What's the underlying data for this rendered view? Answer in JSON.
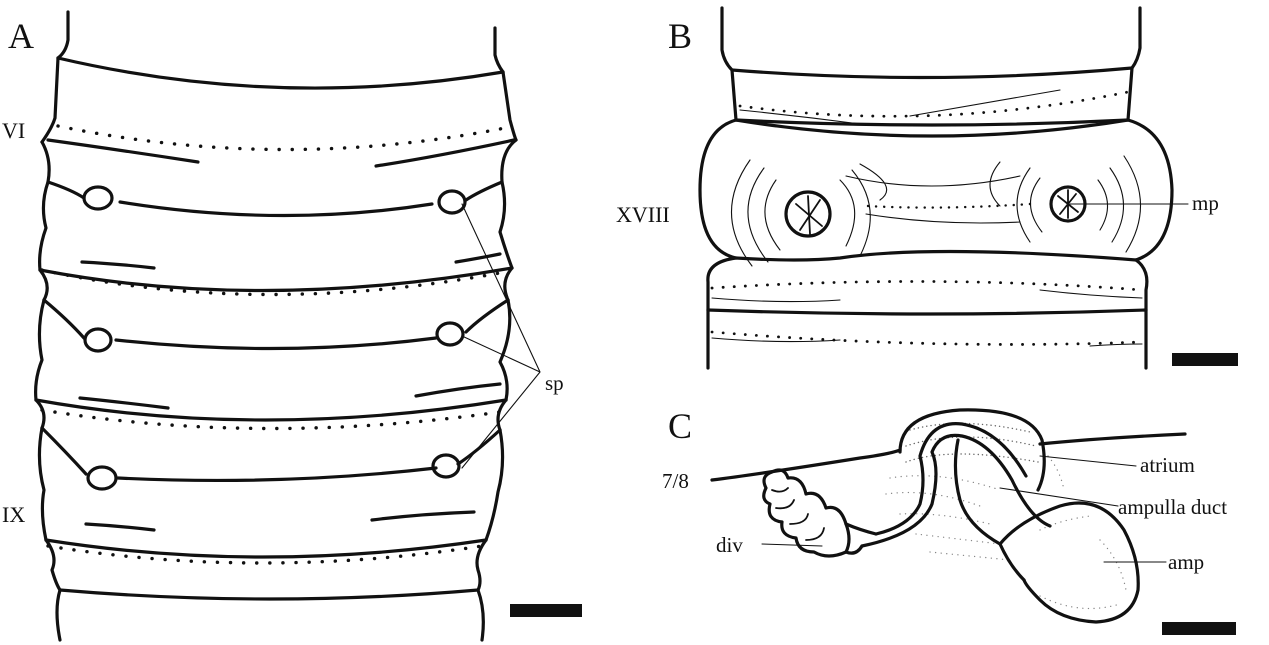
{
  "panels": {
    "a": {
      "letter": "A",
      "segment_labels": [
        "VI",
        "IX"
      ],
      "callout": "sp"
    },
    "b": {
      "letter": "B",
      "segment_label": "XVIII",
      "callout": "mp"
    },
    "c": {
      "letter": "C",
      "septum_label": "7/8",
      "callouts": {
        "atrium": "atrium",
        "ampulla_duct": "ampulla duct",
        "amp": "amp",
        "div": "div"
      }
    }
  },
  "colors": {
    "ink": "#111111",
    "background": "#ffffff"
  }
}
